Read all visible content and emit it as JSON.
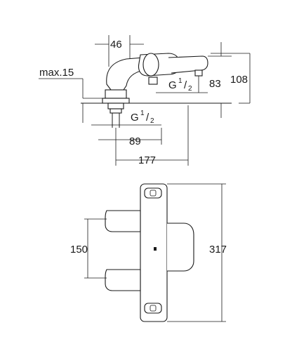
{
  "top_view": {
    "dim_width_top": "46",
    "dim_max_label": "max.15",
    "dim_g_upper_prefix": "G",
    "dim_g_upper_num": "1",
    "dim_g_upper_den": "2",
    "dim_height_83": "83",
    "dim_height_108": "108",
    "dim_g_lower_prefix": "G",
    "dim_g_lower_num": "1",
    "dim_g_lower_den": "2",
    "dim_89": "89",
    "dim_177": "177"
  },
  "bottom_view": {
    "dim_150": "150",
    "dim_317": "317"
  }
}
